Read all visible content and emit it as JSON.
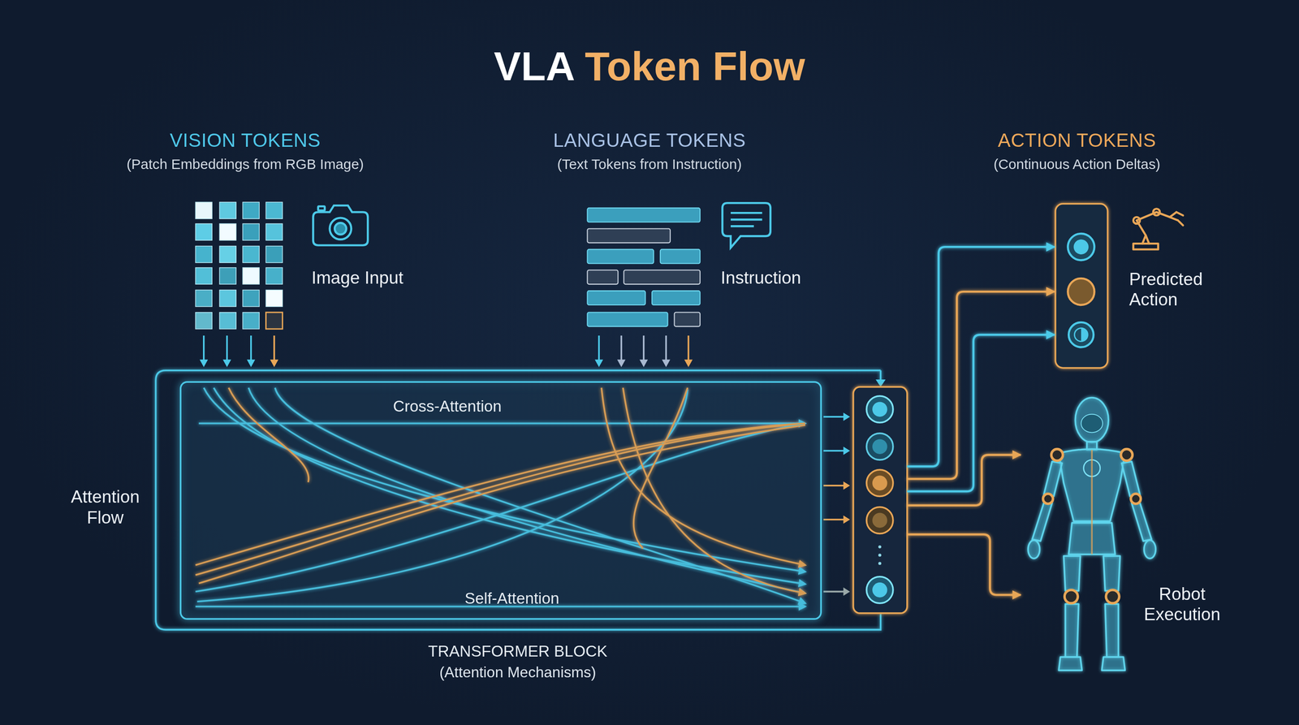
{
  "diagram": {
    "title": "VLA Token Flow",
    "nodes": [
      {
        "text": [
          "TRANSFORMER BLOCK",
          "(Attention Mechanisms)"
        ]
      },
      {
        "text": [
          "Cross-Attention",
          "Self-Attention"
        ],
        "in": 0
      },
      {
        "text": [
          "Predicted Action"
        ]
      },
      {
        "text": [
          "Robot Execution"
        ]
      }
    ],
    "edges": [
      {
        "from": 0,
        "to": 2,
        "arrow": "to"
      },
      {
        "from": 0,
        "to": 2,
        "arrow": "to"
      },
      {
        "from": 0,
        "to": 2,
        "arrow": "to"
      },
      {
        "from": 0,
        "to": 3,
        "arrow": "to"
      },
      {
        "from": 0,
        "to": 3,
        "arrow": "to"
      },
      {
        "from": 0,
        "to": 3,
        "arrow": "to"
      }
    ],
    "labels": [
      "VISION TOKENS",
      "(Patch Embeddings from RGB Image)",
      "Image Input",
      "LANGUAGE TOKENS",
      "(Text Tokens from Instruction)",
      "Instruction",
      "ACTION TOKENS",
      "(Continuous Action Deltas)",
      "Attention Flow"
    ]
  }
}
